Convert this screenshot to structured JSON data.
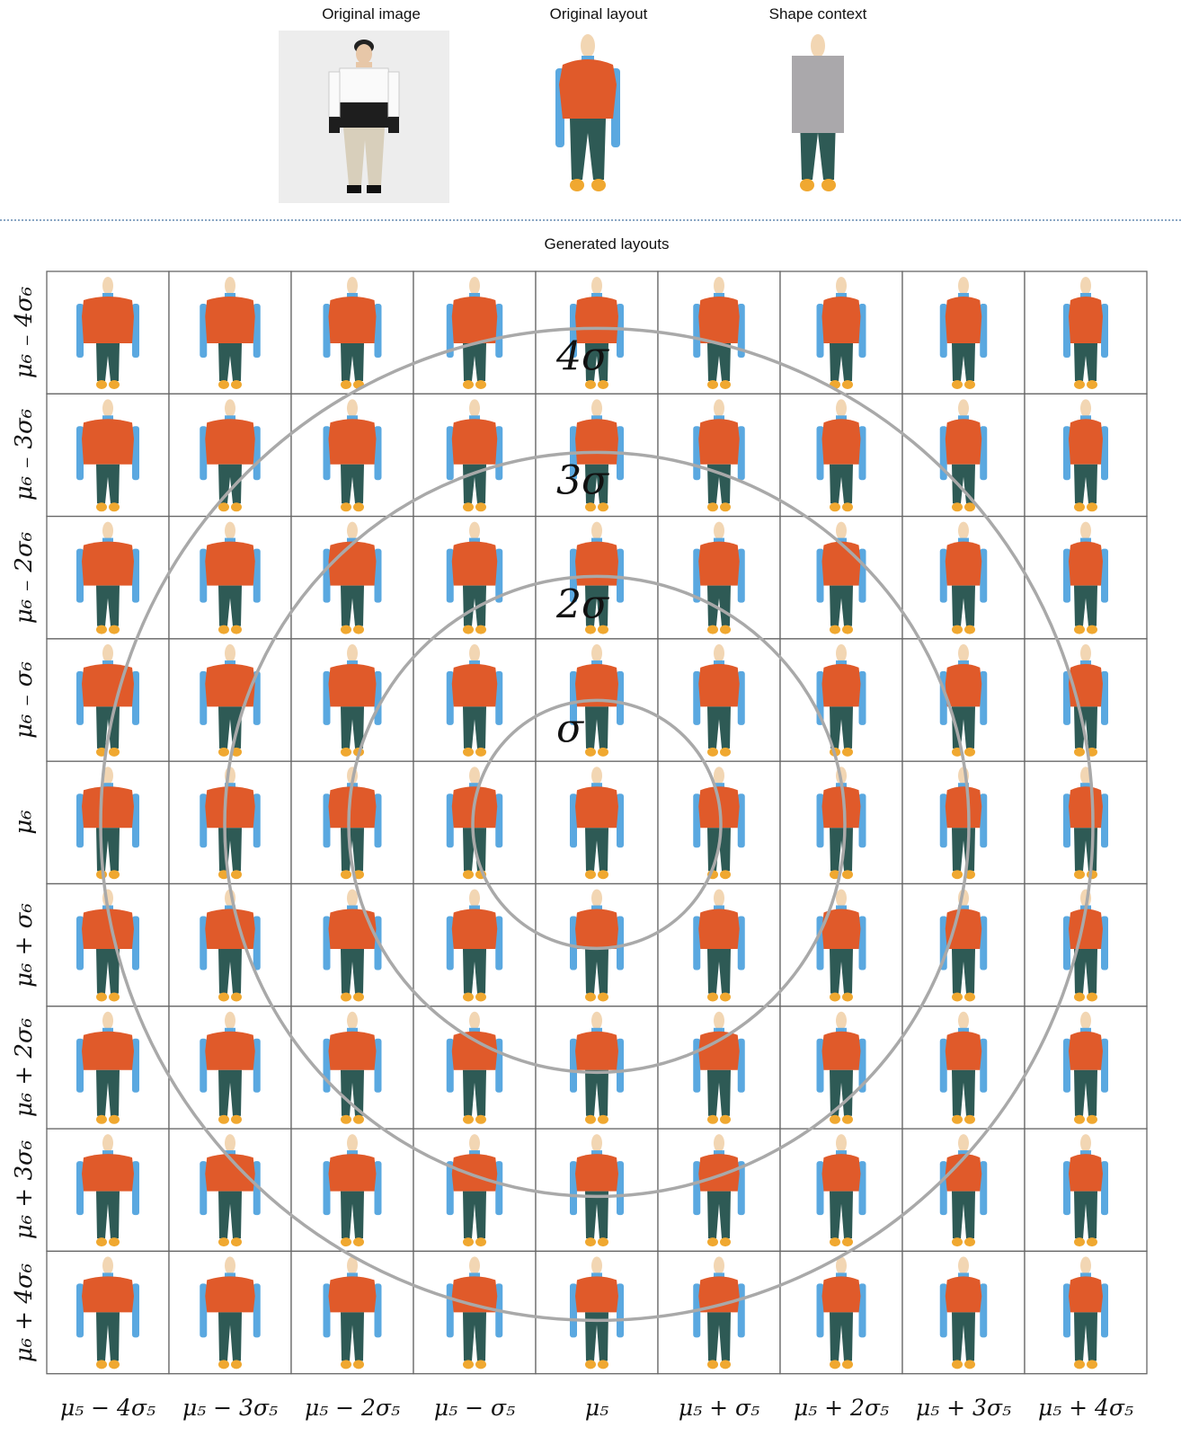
{
  "top": {
    "captions": [
      "Original image",
      "Original layout",
      "Shape context"
    ]
  },
  "generated_caption": "Generated layouts",
  "row_labels": [
    "μ₆ ₋ 4σ₆",
    "μ₆ ₋ 3σ₆",
    "μ₆ ₋ 2σ₆",
    "μ₆ ₋ σ₆",
    "μ₆",
    "μ₆ + σ₆",
    "μ₆ + 2σ₆",
    "μ₆ + 3σ₆",
    "μ₆ + 4σ₆"
  ],
  "col_labels": [
    "μ₅ − 4σ₅",
    "μ₅ − 3σ₅",
    "μ₅ − 2σ₅",
    "μ₅ − σ₅",
    "μ₅",
    "μ₅ + σ₅",
    "μ₅ + 2σ₅",
    "μ₅ + 3σ₅",
    "μ₅ + 4σ₅"
  ],
  "rings": [
    {
      "label": "σ",
      "radius_sigma": 1
    },
    {
      "label": "2σ",
      "radius_sigma": 2
    },
    {
      "label": "3σ",
      "radius_sigma": 3
    },
    {
      "label": "4σ",
      "radius_sigma": 4
    }
  ],
  "colors": {
    "shirt": "#e05a2a",
    "sleeve": "#5aa8e0",
    "pants": "#2e5a55",
    "shoes": "#f0a830",
    "skin": "#f2d6b3",
    "shape_box": "#aaa8ab",
    "ring": "#a9a9a9",
    "grid": "#666666"
  }
}
